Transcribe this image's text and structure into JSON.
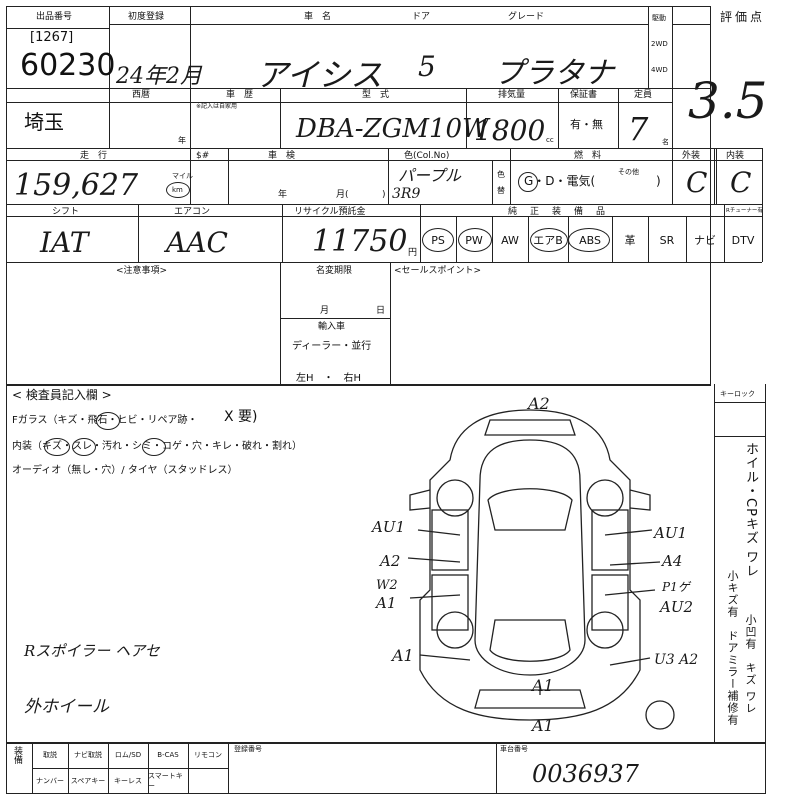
{
  "header": {
    "lot_label": "出品番号",
    "lot_sub": "[1267]",
    "lot_number": "60230",
    "first_reg_label": "初度登録",
    "first_reg_value": "24年2月",
    "car_name_label": "車　名",
    "door_label": "ドア",
    "grade_label": "グレード",
    "car_name_value": "アイシス",
    "door_value": "5",
    "grade_value": "プラタナ",
    "drive_label": "駆動",
    "drive_2wd": "2WD",
    "drive_4wd": "4WD",
    "score_label": "評価点",
    "score_value": "3.5"
  },
  "row2": {
    "year_label": "西暦",
    "year_suffix": "年",
    "chassis_label": "車　歴",
    "chassis_note": "※記入は自家用",
    "model_label": "型　式",
    "model_value": "DBA-ZGM10W",
    "displacement_label": "排気量",
    "displacement_value": "1800",
    "cc": "cc",
    "warranty_label": "保証書",
    "warranty_value": "有・無",
    "capacity_label": "定員",
    "capacity_value": "7",
    "capacity_unit": "名",
    "prefecture": "埼玉"
  },
  "row3": {
    "mileage_label": "走　行",
    "mile_label": "マイル",
    "mileage_value": "159,627",
    "km": "km",
    "sharp_label": "$#",
    "inspection_label": "車　検",
    "year_unit": "年",
    "month_unit": "月(",
    "close_paren": ")",
    "color_label": "色(Col.No)",
    "color_value": "パープル",
    "color_code": "3R9",
    "iro": "色",
    "gae": "替",
    "fuel_label": "燃　料",
    "fuel_options": "G・D・電気(",
    "fuel_other": "その他",
    "fuel_close": ")",
    "exterior_label": "外装",
    "interior_label": "内装",
    "exterior_value": "C",
    "interior_value": "C"
  },
  "row4": {
    "shift_label": "シフト",
    "shift_value": "IAT",
    "ac_label": "エアコン",
    "ac_value": "AAC",
    "recycle_label": "リサイクル預託金",
    "recycle_value": "11750",
    "yen": "円",
    "equip_label": "純　正　装　備　品",
    "options": [
      "PS",
      "PW",
      "AW",
      "エアB",
      "ABS",
      "革",
      "SR",
      "ナビ",
      "DTV"
    ],
    "r_tuner": "Rチューナー有"
  },
  "notes": {
    "caution_label": "<注意事項>",
    "deadline_label": "名変期限",
    "month_unit": "月",
    "day_unit": "日",
    "import_label": "輸入車",
    "dealer_label": "ディーラー・並行",
    "handle_label": "左H　・　右H",
    "selling_label": "<セールスポイント>"
  },
  "inspector": {
    "title": "< 検査員記入欄 >",
    "line1": "Fガラス（キズ・飛石・ヒビ・リペア跡・",
    "line1_mark": "X 要)",
    "line2": "内装（キズ・スレ・汚れ・シミ・コゲ・穴・キレ・破れ・割れ）",
    "line3": "オーディオ（無し・穴）/ タイヤ（スタッドレス）",
    "keylock_label": "キーロック",
    "hand_note1": "Rスポイラー ヘアセ",
    "hand_note2": "外ホイール"
  },
  "diagram": {
    "marks": [
      "A2",
      "AU1",
      "A2",
      "W2",
      "A1",
      "A1",
      "AU1",
      "A4",
      "P1ゲ",
      "AU2",
      "U3 A2",
      "A1",
      "A1"
    ]
  },
  "side_note": {
    "col1": "ホイル・CPキズ ワレ",
    "col2": "小キズ有　ドアミラー",
    "col3": "小凹有　キズ ワレ",
    "col4": "補修有"
  },
  "footer": {
    "equip_label": "装備",
    "items_row1": [
      "取説",
      "ナビ取説",
      "ロム/SD",
      "B-CAS",
      "リモコン"
    ],
    "items_row2": [
      "ナンバー",
      "スペアキー",
      "キーレス",
      "スマートキー"
    ],
    "reg_no_label": "登録番号",
    "chassis_no_label": "車台番号",
    "chassis_no_value": "0036937"
  }
}
